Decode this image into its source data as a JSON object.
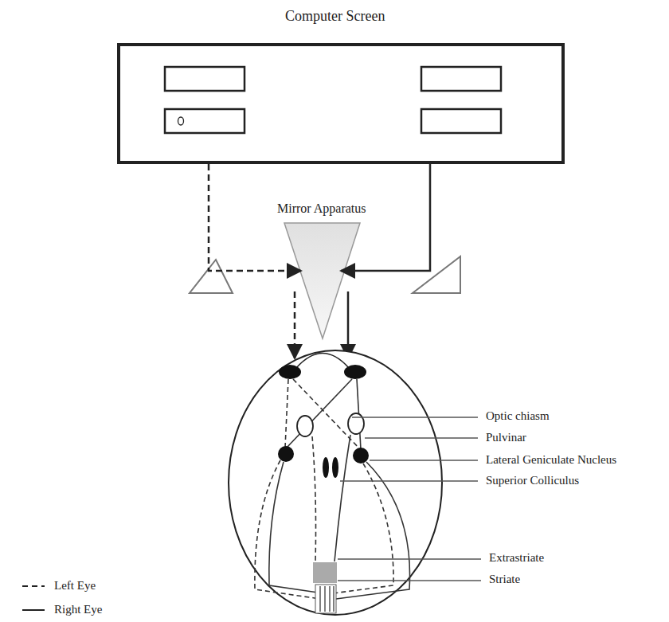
{
  "diagram": {
    "title": "Computer Screen",
    "labels": [
      "Mirror Apparatus",
      "Optic chiasm",
      "Pulvinar",
      "Lateral Geniculate Nucleus",
      "Superior Colliculus",
      "Extrastriate",
      "Striate"
    ],
    "legend": [
      {
        "text": "Left Eye"
      },
      {
        "text": "Right Eye"
      }
    ]
  }
}
